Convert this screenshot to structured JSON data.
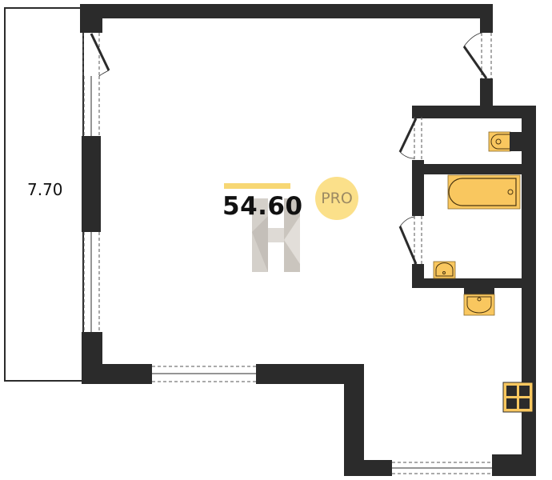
{
  "plan": {
    "balcony_area": "7.70",
    "main_area": "54.60",
    "badge": "PRO",
    "logo_letter": "H"
  },
  "colors": {
    "wall": "#2b2b2b",
    "fixture": "#f9c75f",
    "accent": "#f7d774",
    "badge": "#fbe08a"
  }
}
